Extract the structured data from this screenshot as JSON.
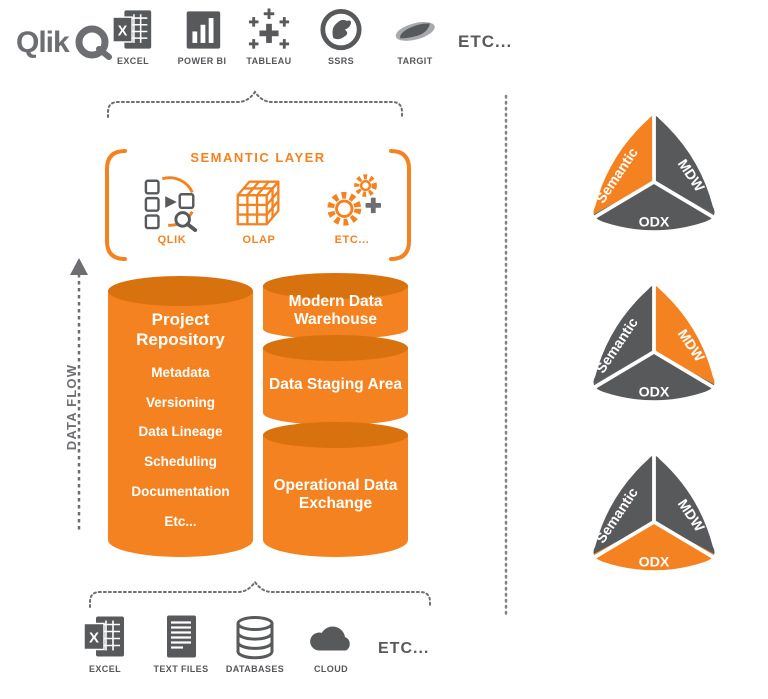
{
  "colors": {
    "orange": "#F58220",
    "orange_dark": "#D8720E",
    "gray_dark": "#58595B",
    "gray_mid": "#6D6E71",
    "white": "#FFFFFF"
  },
  "top_tools": {
    "brand": "Qlik",
    "items": [
      {
        "label": "EXCEL"
      },
      {
        "label": "POWER BI"
      },
      {
        "label": "TABLEAU"
      },
      {
        "label": "SSRS"
      },
      {
        "label": "TARGIT"
      }
    ],
    "etc": "ETC..."
  },
  "semantic_layer": {
    "title": "SEMANTIC LAYER",
    "items": [
      {
        "label": "QLIK"
      },
      {
        "label": "OLAP"
      },
      {
        "label": "ETC..."
      }
    ]
  },
  "data_flow": {
    "label": "DATA FLOW"
  },
  "project_repository": {
    "title": "Project Repository",
    "items": [
      "Metadata",
      "Versioning",
      "Data Lineage",
      "Scheduling",
      "Documentation",
      "Etc..."
    ]
  },
  "warehouse_stack": [
    {
      "label": "Modern Data Warehouse"
    },
    {
      "label": "Data Staging Area"
    },
    {
      "label": "Operational Data Exchange"
    }
  ],
  "pyramids": [
    {
      "highlighted": "Semantic",
      "labels": {
        "semantic": "Semantic",
        "mdw": "MDW",
        "odx": "ODX"
      },
      "fills": {
        "semantic": "#F58220",
        "mdw": "#58595B",
        "odx": "#58595B"
      }
    },
    {
      "highlighted": "MDW",
      "labels": {
        "semantic": "Semantic",
        "mdw": "MDW",
        "odx": "ODX"
      },
      "fills": {
        "semantic": "#58595B",
        "mdw": "#F58220",
        "odx": "#58595B"
      }
    },
    {
      "highlighted": "ODX",
      "labels": {
        "semantic": "Semantic",
        "mdw": "MDW",
        "odx": "ODX"
      },
      "fills": {
        "semantic": "#58595B",
        "mdw": "#58595B",
        "odx": "#F58220"
      }
    }
  ],
  "data_sources": {
    "items": [
      {
        "label": "EXCEL"
      },
      {
        "label": "TEXT FILES"
      },
      {
        "label": "DATABASES"
      },
      {
        "label": "CLOUD"
      }
    ],
    "etc": "ETC..."
  }
}
